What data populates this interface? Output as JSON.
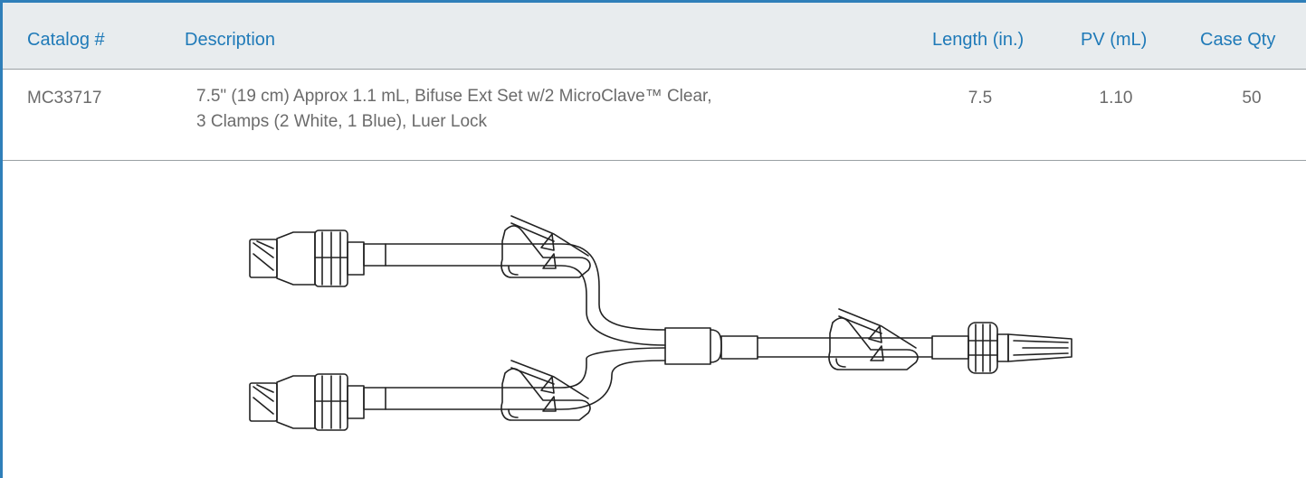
{
  "table": {
    "headers": {
      "catalog": "Catalog #",
      "description": "Description",
      "length": "Length (in.)",
      "pv": "PV (mL)",
      "case_qty": "Case Qty"
    },
    "rows": [
      {
        "catalog": "MC33717",
        "description_line1": "7.5\" (19 cm) Approx 1.1 mL, Bifuse Ext Set w/2 MicroClave™ Clear,",
        "description_line2": "3 Clamps (2 White, 1 Blue), Luer Lock",
        "length": "7.5",
        "pv": "1.10",
        "case_qty": "50"
      }
    ]
  },
  "colors": {
    "accent": "#1f7ab8",
    "header_bg": "#e8ecee",
    "border": "#2f7fb9",
    "text": "#6b6b6b",
    "drawing_stroke": "#222222"
  },
  "product_image": {
    "icon": "bifuse-extension-set-icon"
  }
}
